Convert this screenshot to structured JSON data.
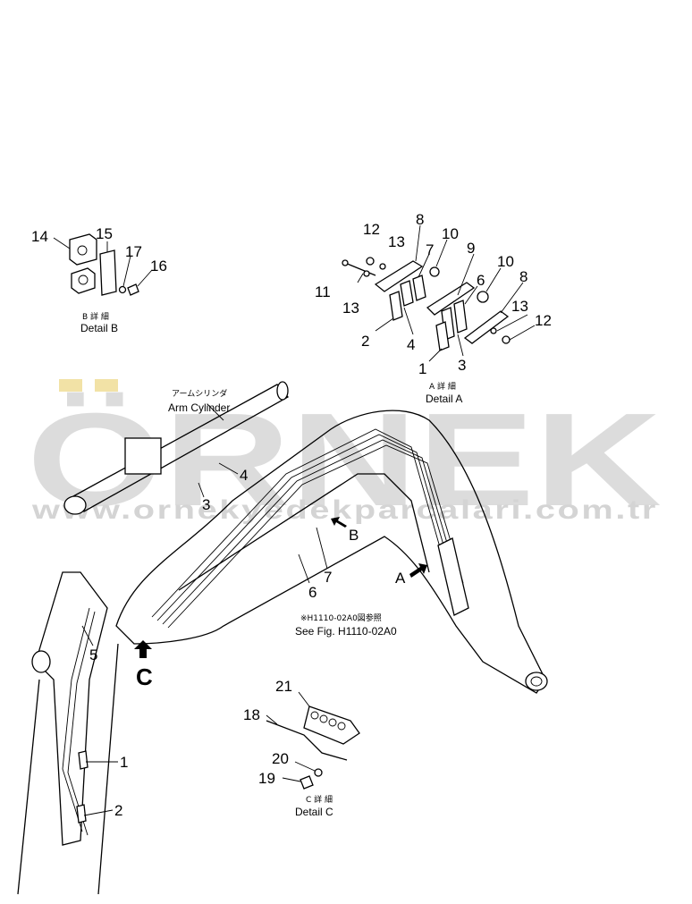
{
  "watermark": {
    "text": "ÖRNEK",
    "url": "www.ornekyedekparcalari.com.tr"
  },
  "detail_b": {
    "caption_jp": "B 詳 細",
    "caption_en": "Detail B",
    "parts": [
      "14",
      "15",
      "17",
      "16"
    ]
  },
  "detail_a": {
    "caption_jp": "A 詳 細",
    "caption_en": "Detail A",
    "parts": [
      "12",
      "13",
      "8",
      "7",
      "10",
      "9",
      "11",
      "13",
      "10",
      "6",
      "8",
      "13",
      "12",
      "2",
      "4",
      "1",
      "3"
    ]
  },
  "detail_c": {
    "caption_jp": "C 詳 細",
    "caption_en": "Detail C",
    "parts": [
      "21",
      "18",
      "20",
      "19"
    ]
  },
  "main": {
    "arm_cylinder_jp": "アームシリンダ",
    "arm_cylinder_en": "Arm Cylinder",
    "see_fig_jp": "※H1110-02A0図参照",
    "see_fig_en": "See Fig. H1110-02A0",
    "view_a": "A",
    "view_b": "B",
    "view_c": "C",
    "parts": [
      "4",
      "3",
      "7",
      "6",
      "5",
      "1",
      "2"
    ]
  }
}
